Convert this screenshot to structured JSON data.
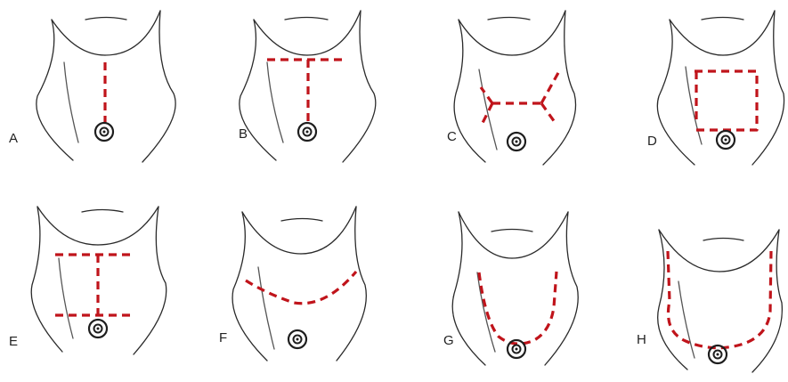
{
  "panels": [
    {
      "label": "A"
    },
    {
      "label": "B"
    },
    {
      "label": "C"
    },
    {
      "label": "D"
    },
    {
      "label": "E"
    },
    {
      "label": "F"
    },
    {
      "label": "G"
    },
    {
      "label": "H"
    }
  ],
  "colors": {
    "incision": "#c0141b",
    "outline": "#2a2a2a"
  }
}
